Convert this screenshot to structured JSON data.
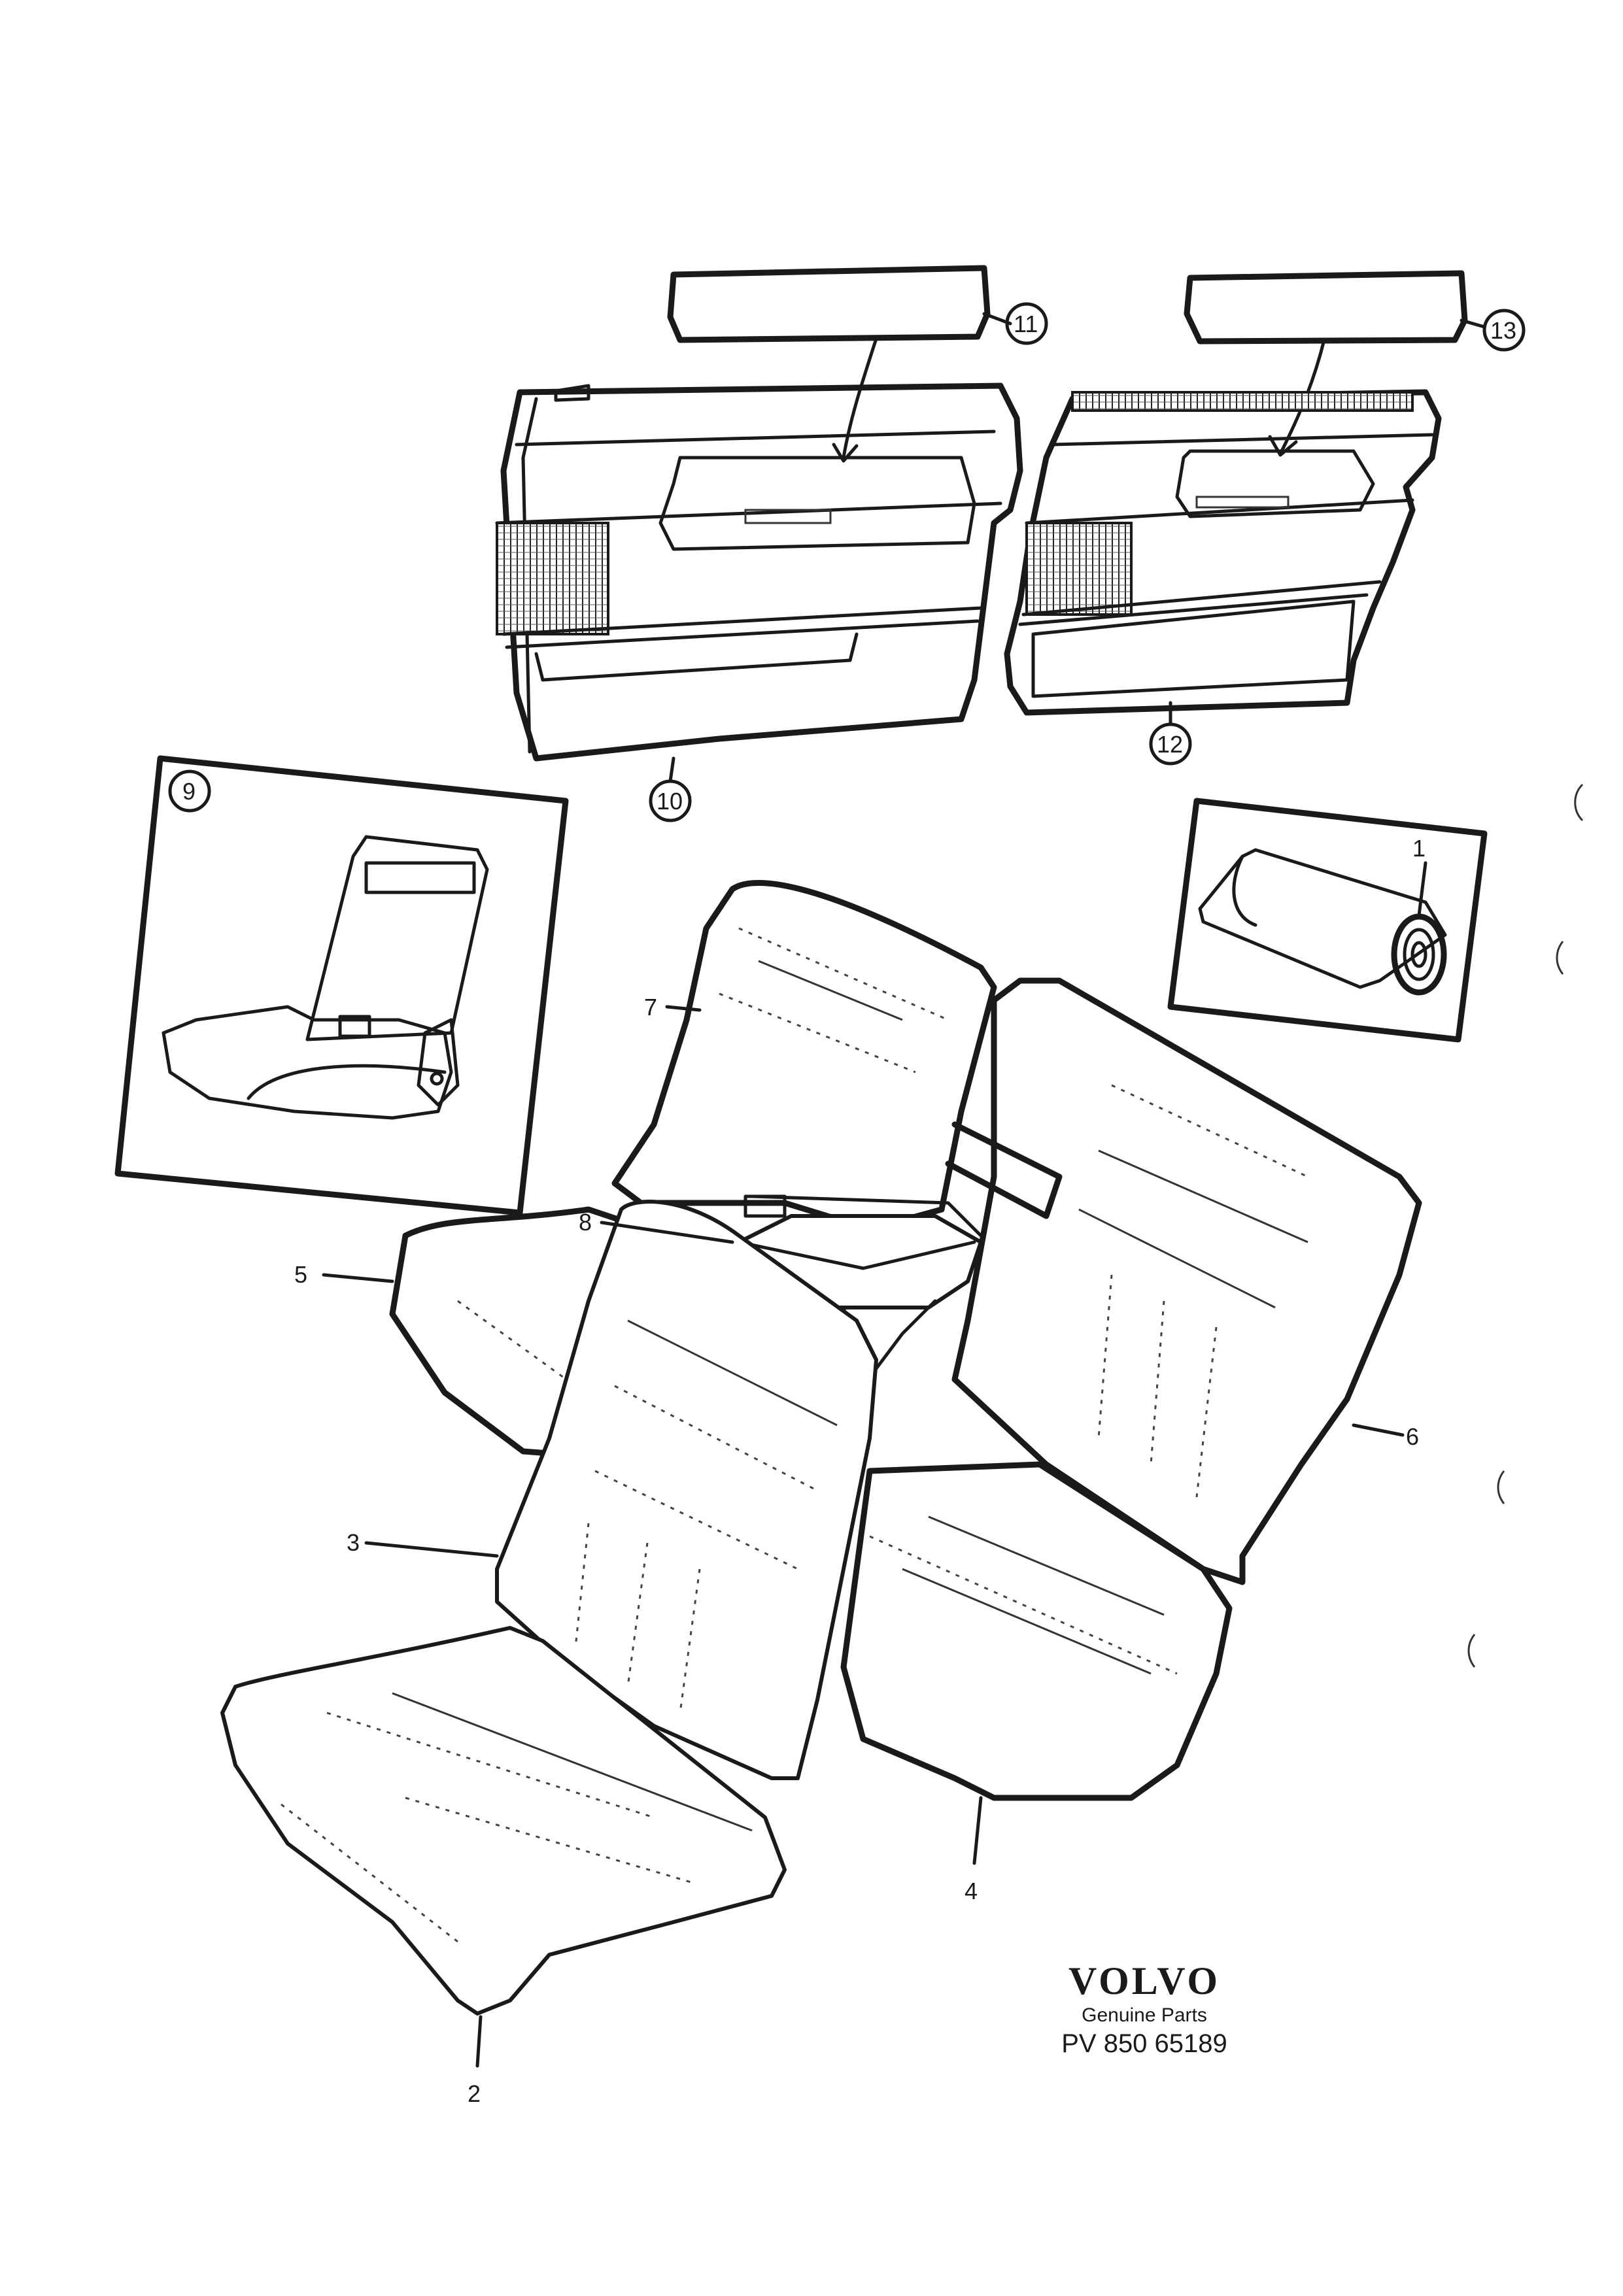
{
  "callouts": [
    {
      "id": "c1",
      "label": "1"
    },
    {
      "id": "c2",
      "label": "2"
    },
    {
      "id": "c3",
      "label": "3"
    },
    {
      "id": "c4",
      "label": "4"
    },
    {
      "id": "c5",
      "label": "5"
    },
    {
      "id": "c6",
      "label": "6"
    },
    {
      "id": "c7",
      "label": "7"
    },
    {
      "id": "c8",
      "label": "8"
    },
    {
      "id": "c9",
      "label": "9"
    },
    {
      "id": "c10",
      "label": "10"
    },
    {
      "id": "c11",
      "label": "11"
    },
    {
      "id": "c12",
      "label": "12"
    },
    {
      "id": "c13",
      "label": "13"
    }
  ],
  "brand": {
    "logo": "VOLVO",
    "subtitle": "Genuine Parts",
    "code": "PV 850 65189"
  }
}
